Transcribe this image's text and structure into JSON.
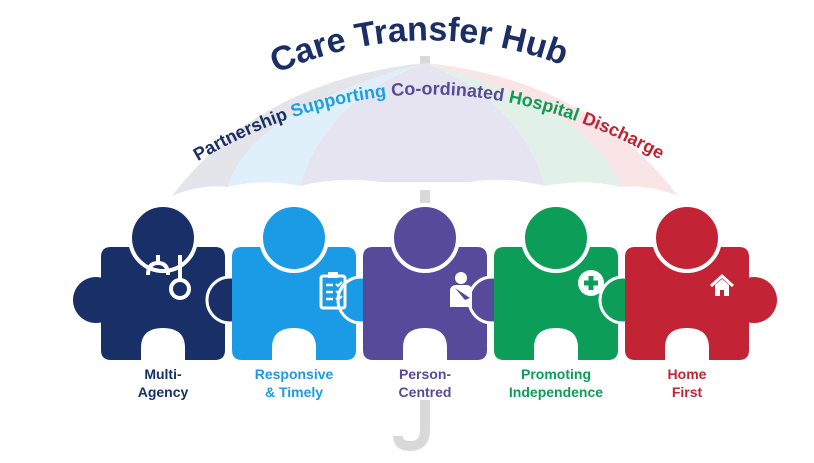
{
  "title": "Care Transfer Hub",
  "subtitle_words": [
    {
      "text": "Partnership",
      "color": "#1b2f66"
    },
    {
      "text": "Supporting",
      "color": "#1e9fe3"
    },
    {
      "text": "Co-ordinated",
      "color": "#574b98"
    },
    {
      "text": "Hospital",
      "color": "#0e9b55"
    },
    {
      "text": "Discharge",
      "color": "#c02334"
    }
  ],
  "colors": {
    "title": "#1b2f66",
    "handle": "#d9d9d9",
    "canopy_panels": [
      "#e3e5ea",
      "#dff0fb",
      "#e6e4f1",
      "#e2f1e8",
      "#f9e4e6"
    ]
  },
  "pieces": [
    {
      "id": "multi-agency",
      "line1": "Multi-",
      "line2": "Agency",
      "color": "#182f68",
      "icon": "stethoscope-icon"
    },
    {
      "id": "responsive-timely",
      "line1": "Responsive",
      "line2": "& Timely",
      "color": "#1b9ae6",
      "icon": "clipboard-checklist-icon"
    },
    {
      "id": "person-centred",
      "line1": "Person-",
      "line2": "Centred",
      "color": "#574a9a",
      "icon": "patient-sling-icon"
    },
    {
      "id": "promoting-independence",
      "line1": "Promoting",
      "line2": "Independence",
      "color": "#0c9d58",
      "icon": "medical-plus-icon"
    },
    {
      "id": "home-first",
      "line1": "Home",
      "line2": "First",
      "color": "#c22436",
      "icon": "home-icon"
    }
  ]
}
